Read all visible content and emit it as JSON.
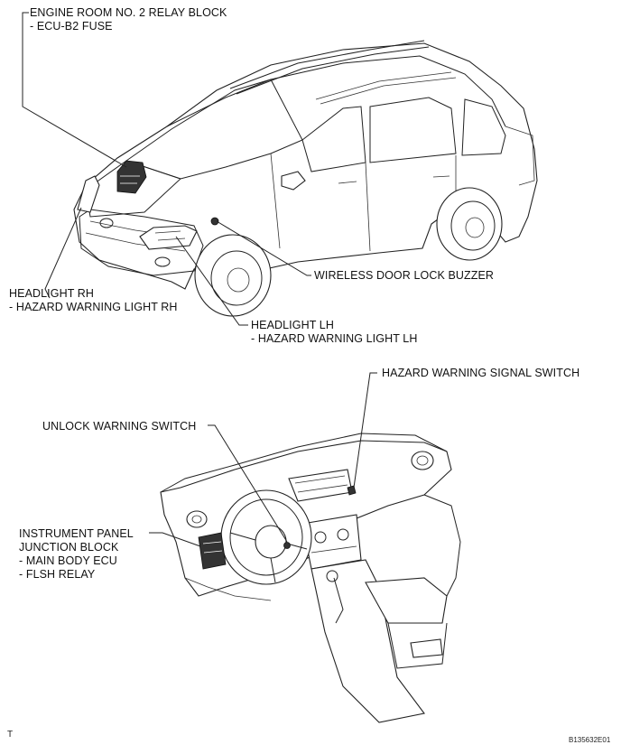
{
  "labels": {
    "engine_room_relay": [
      "ENGINE ROOM NO. 2 RELAY BLOCK",
      "- ECU-B2 FUSE"
    ],
    "headlight_rh": [
      "HEADLIGHT RH",
      "- HAZARD WARNING LIGHT RH"
    ],
    "wireless_buzzer": [
      "WIRELESS DOOR LOCK BUZZER"
    ],
    "headlight_lh": [
      "HEADLIGHT LH",
      "- HAZARD WARNING LIGHT LH"
    ],
    "hazard_switch": [
      "HAZARD WARNING SIGNAL SWITCH"
    ],
    "unlock_switch": [
      "UNLOCK WARNING SWITCH"
    ],
    "instrument_panel_jb": [
      "INSTRUMENT PANEL",
      "JUNCTION BLOCK",
      "- MAIN BODY ECU",
      "- FLSH RELAY"
    ]
  },
  "corner_mark": "T",
  "figure_ref": "B135632E01"
}
